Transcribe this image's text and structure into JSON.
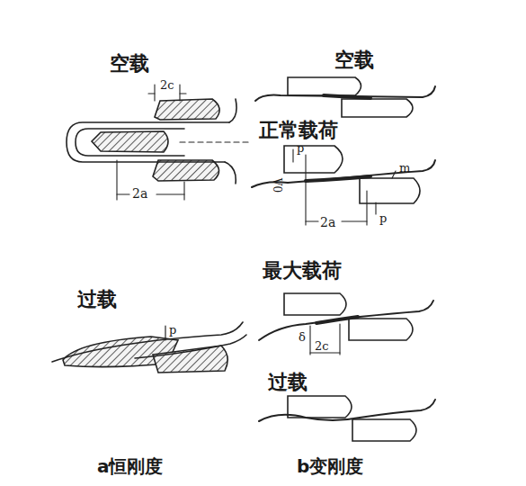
{
  "diagram": {
    "labels": [
      "空载",
      "2c",
      "2a",
      "过载",
      "p",
      "a恒刚度",
      "空载",
      "正常载荷",
      "p",
      "m",
      "V0",
      "2a",
      "p",
      "最大载荷",
      "δ",
      "2c",
      "过载",
      "b变刚度"
    ]
  }
}
